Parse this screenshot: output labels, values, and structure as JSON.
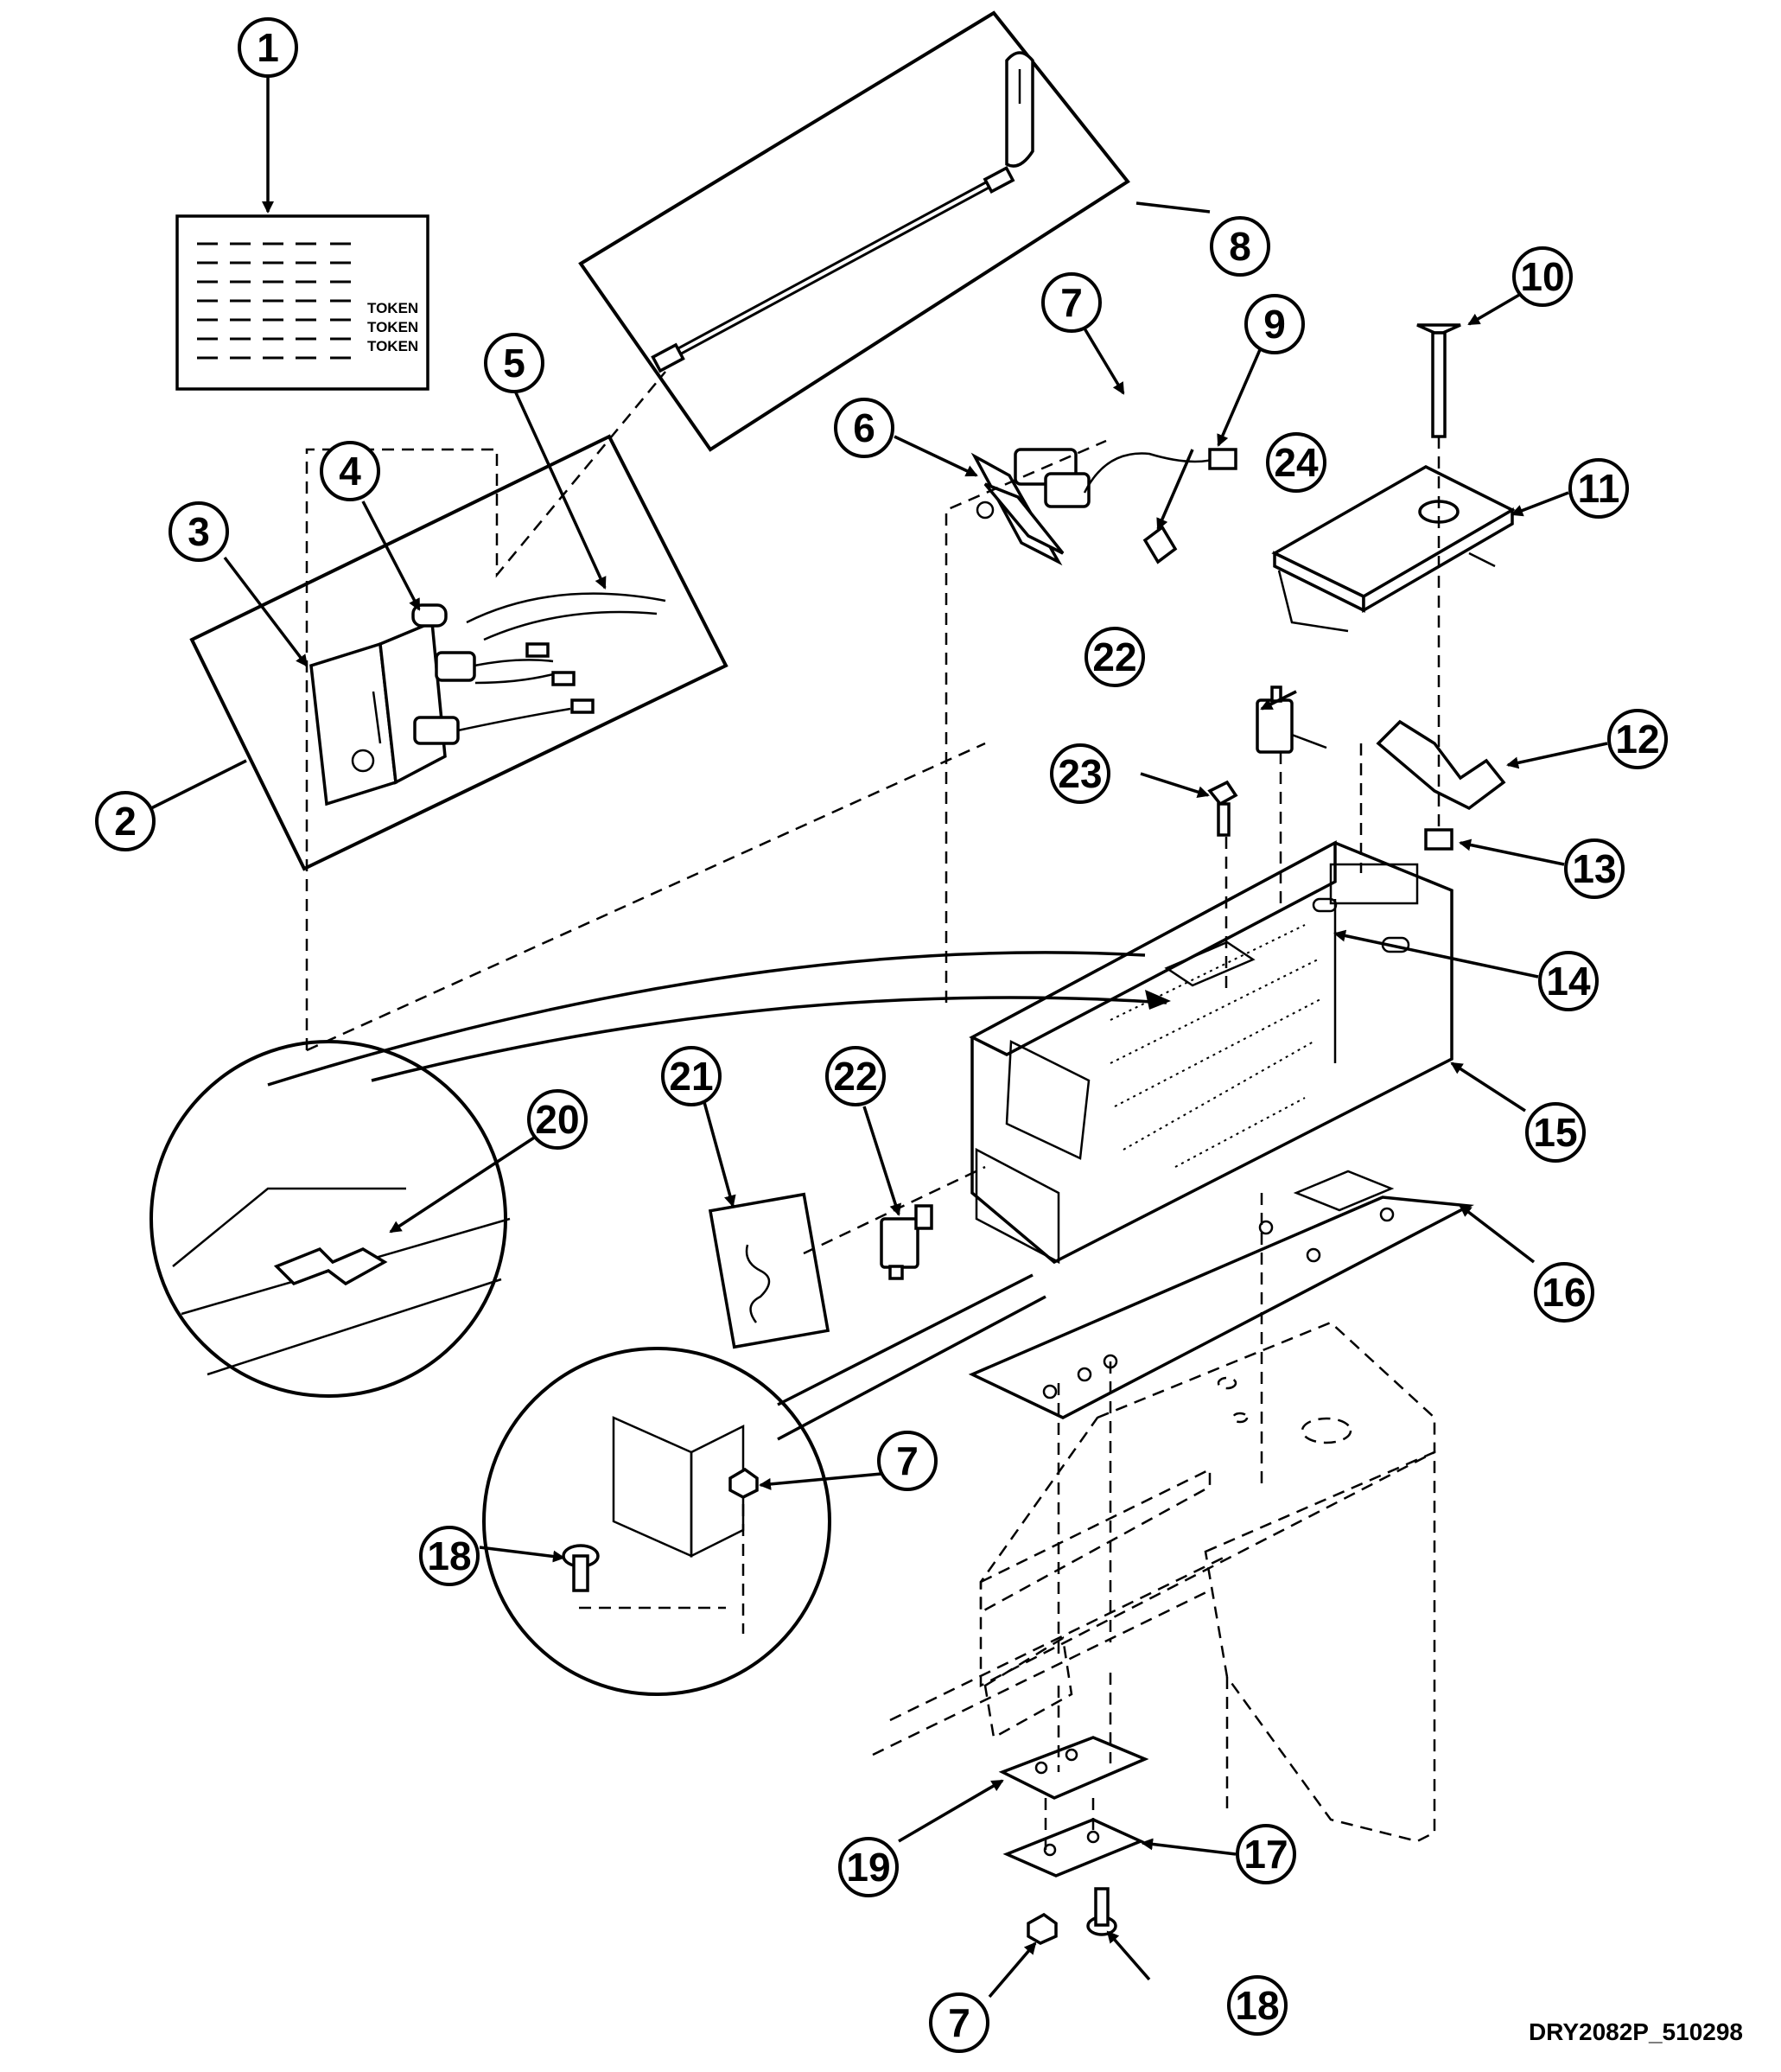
{
  "figure_id": "DRY2082P_510298",
  "instruction_card": {
    "token_labels": [
      "TOKEN",
      "TOKEN",
      "TOKEN"
    ]
  },
  "callouts": [
    {
      "id": "c1",
      "number": "1"
    },
    {
      "id": "c2",
      "number": "2"
    },
    {
      "id": "c3",
      "number": "3"
    },
    {
      "id": "c4",
      "number": "4"
    },
    {
      "id": "c5",
      "number": "5"
    },
    {
      "id": "c6",
      "number": "6"
    },
    {
      "id": "c7a",
      "number": "7"
    },
    {
      "id": "c8",
      "number": "8"
    },
    {
      "id": "c9",
      "number": "9"
    },
    {
      "id": "c10",
      "number": "10"
    },
    {
      "id": "c11",
      "number": "11"
    },
    {
      "id": "c12",
      "number": "12"
    },
    {
      "id": "c13",
      "number": "13"
    },
    {
      "id": "c14",
      "number": "14"
    },
    {
      "id": "c15",
      "number": "15"
    },
    {
      "id": "c16",
      "number": "16"
    },
    {
      "id": "c17",
      "number": "17"
    },
    {
      "id": "c18a",
      "number": "18"
    },
    {
      "id": "c18b",
      "number": "18"
    },
    {
      "id": "c19",
      "number": "19"
    },
    {
      "id": "c20",
      "number": "20"
    },
    {
      "id": "c21",
      "number": "21"
    },
    {
      "id": "c22a",
      "number": "22"
    },
    {
      "id": "c22b",
      "number": "22"
    },
    {
      "id": "c23",
      "number": "23"
    },
    {
      "id": "c24",
      "number": "24"
    },
    {
      "id": "c7b",
      "number": "7"
    },
    {
      "id": "c7c",
      "number": "7"
    }
  ]
}
